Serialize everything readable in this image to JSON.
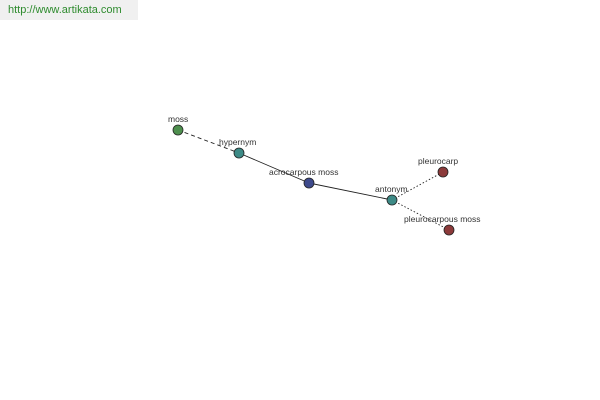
{
  "banner": {
    "url_text": "http://www.artikata.com"
  },
  "graph": {
    "nodes": [
      {
        "id": "moss",
        "label": "moss",
        "color": "#4e8f4e"
      },
      {
        "id": "hypernym",
        "label": "hypernym",
        "color": "#3d8a86"
      },
      {
        "id": "acrocarpous",
        "label": "acrocarpous moss",
        "color": "#3e4a8c"
      },
      {
        "id": "antonym",
        "label": "antonym",
        "color": "#3d8a86"
      },
      {
        "id": "pleurocarp",
        "label": "pleurocarp",
        "color": "#8c3a3a"
      },
      {
        "id": "pleurocarpous",
        "label": "pleurocarpous moss",
        "color": "#8c3a3a"
      }
    ],
    "edges": [
      {
        "from": "moss",
        "to": "hypernym",
        "style": "dashed"
      },
      {
        "from": "hypernym",
        "to": "acrocarpous",
        "style": "solid"
      },
      {
        "from": "acrocarpous",
        "to": "antonym",
        "style": "solid"
      },
      {
        "from": "antonym",
        "to": "pleurocarp",
        "style": "dotted"
      },
      {
        "from": "antonym",
        "to": "pleurocarpous",
        "style": "dotted"
      }
    ]
  }
}
